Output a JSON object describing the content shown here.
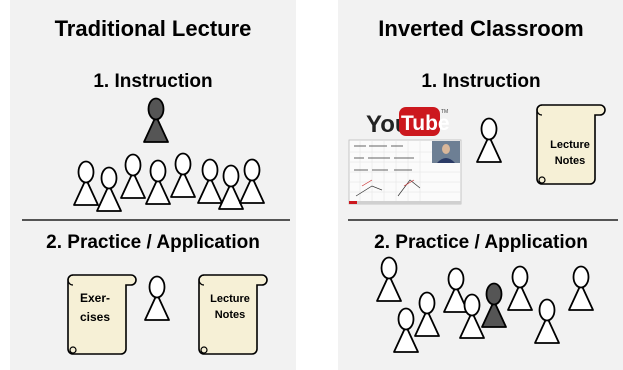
{
  "left_panel": {
    "title": "Traditional Lecture",
    "section1": "1. Instruction",
    "section2": "2. Practice / Application",
    "exercises_scroll": "Exer-\ncises",
    "notes_scroll": "Lecture\nNotes"
  },
  "right_panel": {
    "title": "Inverted Classroom",
    "section1": "1. Instruction",
    "section2": "2. Practice / Application",
    "youtube_logo": {
      "you": "You",
      "tube": "Tube",
      "tm": "TM"
    },
    "notes_scroll": "Lecture\nNotes"
  },
  "colors": {
    "panel_bg": "#f2f2f2",
    "figure_outline": "#000000",
    "figure_fill": "#ffffff",
    "teacher_fill": "#555555",
    "scroll_fill": "#f6f0d6",
    "youtube_red": "#cc181e"
  }
}
